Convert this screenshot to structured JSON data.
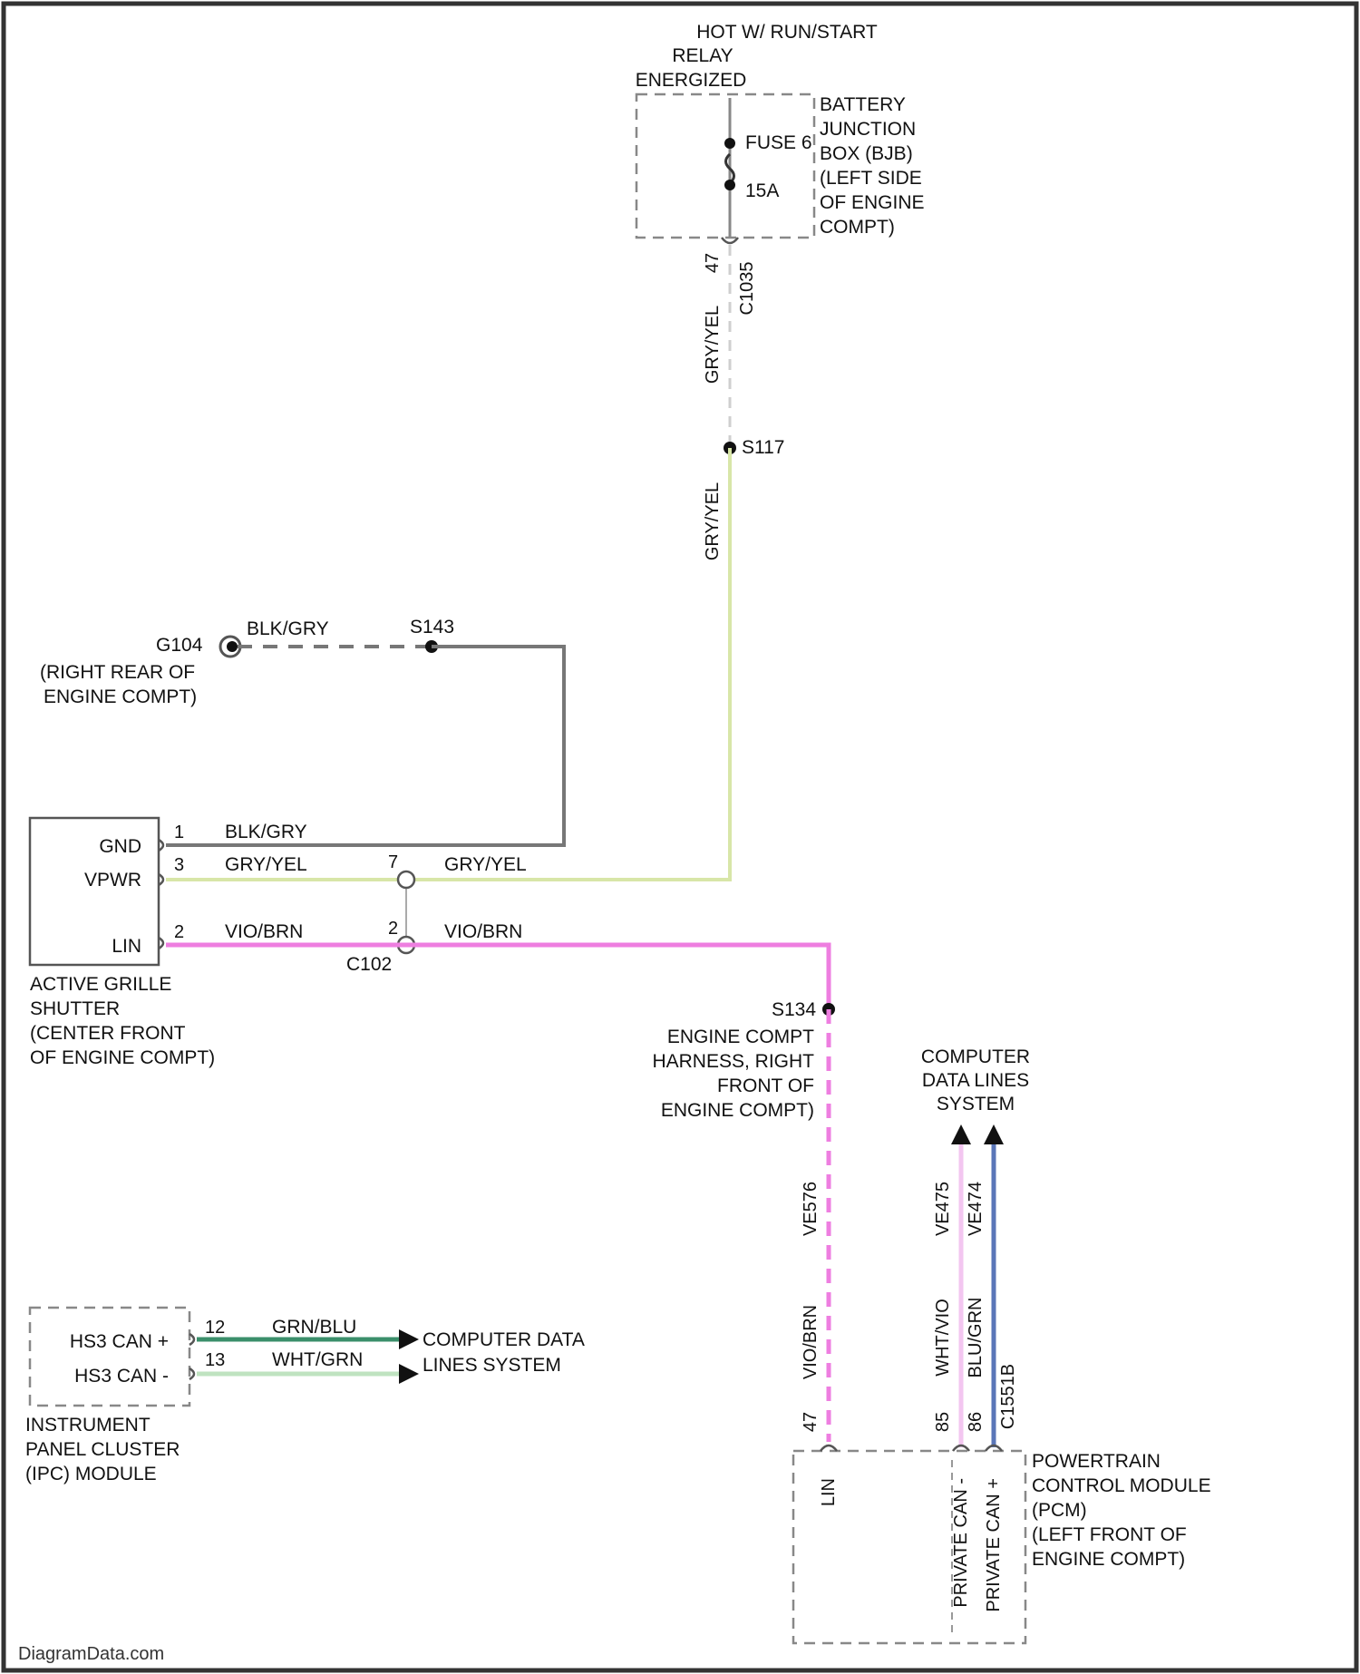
{
  "relay_header": [
    "HOT W/ RUN/START",
    "RELAY",
    "ENERGIZED"
  ],
  "fuse": {
    "name": "FUSE 6",
    "rating": "15A"
  },
  "bjb_label": [
    "BATTERY",
    "JUNCTION",
    "BOX (BJB)",
    "(LEFT SIDE",
    "OF ENGINE",
    "COMPT)"
  ],
  "bjb_pin": "47",
  "bjb_connector": "C1035",
  "wire_gry_yel": "GRY/YEL",
  "splice_s117": "S117",
  "ground_g104": "G104",
  "ground_g104_loc": [
    "(RIGHT REAR OF",
    "ENGINE COMPT)"
  ],
  "splice_s143": "S143",
  "wire_blk_gry": "BLK/GRY",
  "ags": {
    "pins": [
      {
        "num": "1",
        "name": "GND",
        "wire": "BLK/GRY"
      },
      {
        "num": "3",
        "name": "VPWR",
        "wire": "GRY/YEL"
      },
      {
        "num": "2",
        "name": "LIN",
        "wire": "VIO/BRN"
      }
    ],
    "label": [
      "ACTIVE GRILLE",
      "SHUTTER",
      "(CENTER FRONT",
      "OF ENGINE COMPT)"
    ]
  },
  "c102": {
    "name": "C102",
    "pin_vpwr": "7",
    "pin_lin": "2"
  },
  "wire_vio_brn": "VIO/BRN",
  "splice_s134": "S134",
  "s134_loc": [
    "ENGINE COMPT",
    "HARNESS, RIGHT",
    "FRONT OF",
    "ENGINE COMPT)"
  ],
  "pcm_lin_wire": "VIO/BRN",
  "pcm_lin_ref": "VE576",
  "cdls_label": [
    "COMPUTER",
    "DATA LINES",
    "SYSTEM"
  ],
  "pcm_can_refs": [
    "VE475",
    "VE474"
  ],
  "pcm_can_wires": [
    "WHT/VIO",
    "BLU/GRN"
  ],
  "pcm_pins": [
    "47",
    "85",
    "86"
  ],
  "pcm_connector": "C1551B",
  "pcm": {
    "pin_labels": [
      "LIN",
      "PRIVATE CAN -",
      "PRIVATE CAN +"
    ],
    "label": [
      "POWERTRAIN",
      "CONTROL MODULE",
      "(PCM)",
      "(LEFT FRONT OF",
      "ENGINE COMPT)"
    ]
  },
  "ipc": {
    "pins": [
      {
        "num": "12",
        "name": "HS3 CAN +",
        "wire": "GRN/BLU"
      },
      {
        "num": "13",
        "name": "HS3 CAN -",
        "wire": "WHT/GRN"
      }
    ],
    "label": [
      "INSTRUMENT",
      "PANEL CLUSTER",
      "(IPC) MODULE"
    ],
    "dest": [
      "COMPUTER DATA",
      "LINES SYSTEM"
    ]
  },
  "watermark": "DiagramData.com",
  "colors": {
    "gry_yel": "#d8e6a8",
    "vio_brn": "#ee7ee0",
    "blk_gry": "#777777",
    "grn_blu": "#3b8f6b",
    "wht_grn": "#bfe3c0",
    "wht_vio": "#f3c6f0",
    "blu_grn": "#5a76b8"
  }
}
